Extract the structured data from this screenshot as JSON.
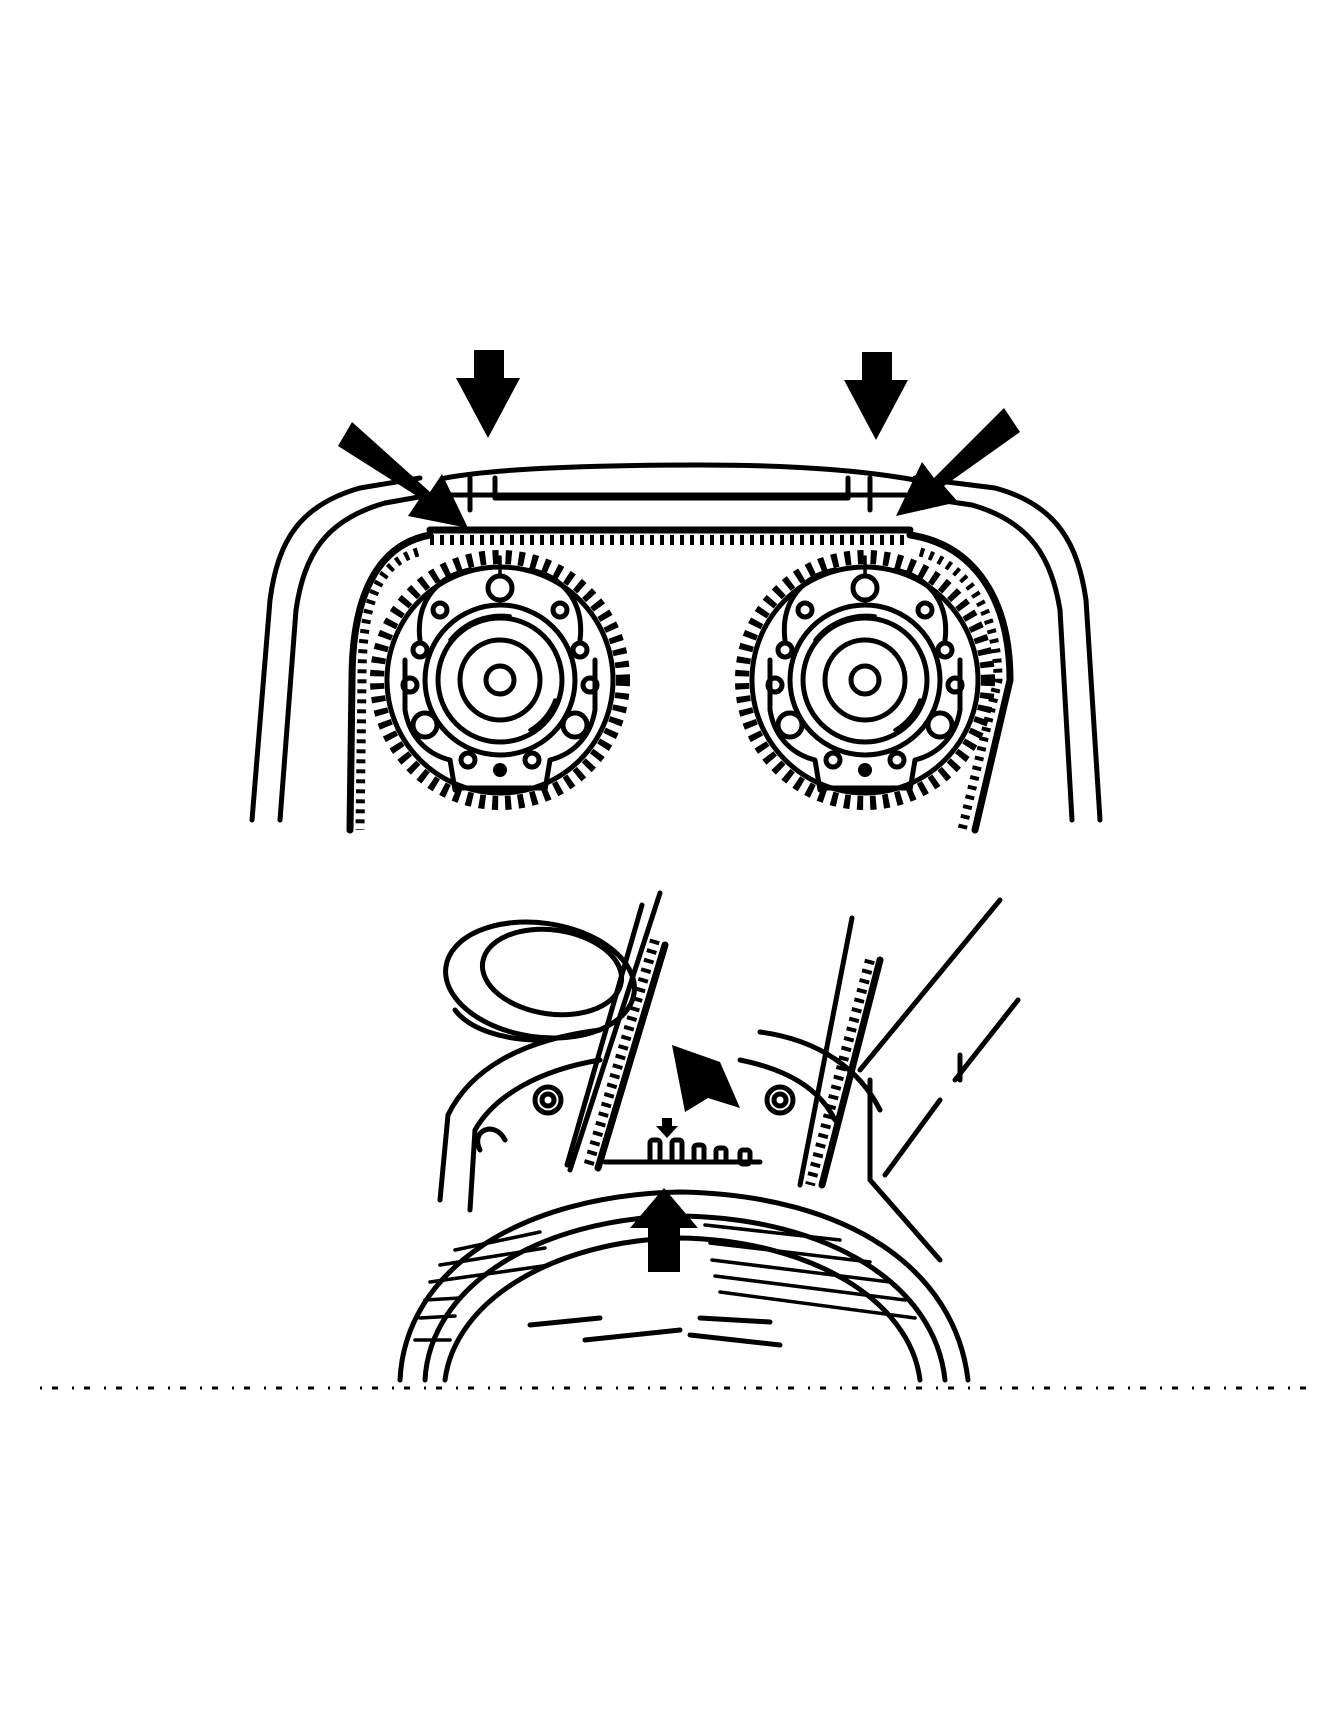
{
  "colors": {
    "ink": "#000000",
    "paper": "#ffffff"
  },
  "icons": {
    "alignment_arrow": "down-arrow-icon",
    "angled_arrow": "diagonal-arrow-icon",
    "up_arrow": "up-arrow-icon"
  },
  "sprockets": [
    {
      "side": "left",
      "name": "camshaft-sprocket-left"
    },
    {
      "side": "right",
      "name": "camshaft-sprocket-right"
    }
  ]
}
